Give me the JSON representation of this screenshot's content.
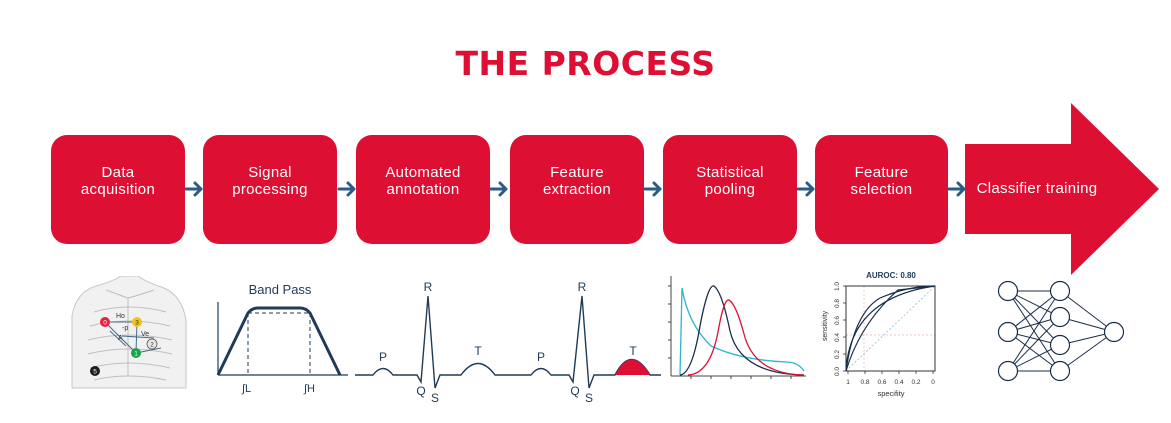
{
  "title": "THE PROCESS",
  "colors": {
    "brand_red": "#dd1034",
    "arrow_blue": "#2e5a86",
    "ink": "#1f3b57",
    "cyan": "#2bb5cf",
    "dark_navy": "#1a2e4a"
  },
  "steps": [
    {
      "label": "Data\nacquisition"
    },
    {
      "label": "Signal\nprocessing"
    },
    {
      "label": "Automated\nannotation"
    },
    {
      "label": "Feature\nextraction"
    },
    {
      "label": "Statistical\npooling"
    },
    {
      "label": "Feature\nselection"
    }
  ],
  "final_step": {
    "label": "Classifier training"
  },
  "electrodes": {
    "labels": [
      "Ho",
      "-p",
      "Ve",
      "A",
      "z"
    ],
    "numbers": [
      "0",
      "3",
      "1",
      "2",
      "5"
    ]
  },
  "band_pass": {
    "title": "Band Pass",
    "low": "∫L",
    "high": "∫H"
  },
  "ecg_waves": {
    "p": "P",
    "q": "Q",
    "r": "R",
    "s": "S",
    "t": "T"
  },
  "roc": {
    "title": "AUROC: 0.80",
    "xlabel": "specifity",
    "ylabel": "sensitivity",
    "xticks": [
      "1",
      "0.8",
      "0.6",
      "0.4",
      "0.2",
      "0"
    ],
    "yticks": [
      "0.0",
      "0.2",
      "0.4",
      "0.6",
      "0.8",
      "1.0"
    ]
  }
}
